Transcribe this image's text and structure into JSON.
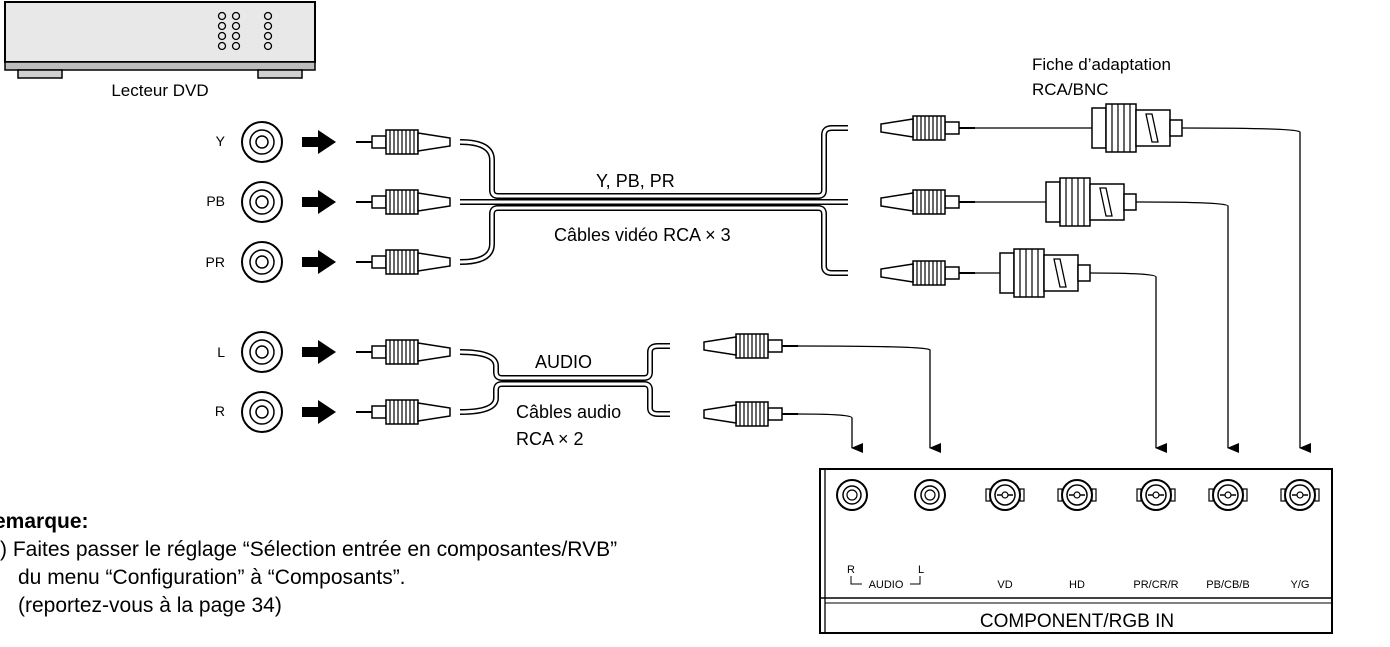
{
  "device": {
    "label": "Lecteur DVD"
  },
  "inputs": [
    {
      "key": "y",
      "label": "Y"
    },
    {
      "key": "pb",
      "label": "PB"
    },
    {
      "key": "pr",
      "label": "PR"
    },
    {
      "key": "l",
      "label": "L"
    },
    {
      "key": "r",
      "label": "R"
    }
  ],
  "cables": {
    "video_signals": "Y, PB, PR",
    "video_label": "Câbles vidéo RCA × 3",
    "audio_label": "AUDIO",
    "audio_cables_line1": "Câbles audio",
    "audio_cables_line2": "RCA × 2"
  },
  "adapter": {
    "line1": "Fiche d’adaptation",
    "line2": "RCA/BNC"
  },
  "panel": {
    "title": "COMPONENT/RGB IN",
    "audio_r": "R",
    "audio_l": "L",
    "audio_label": "AUDIO",
    "terminals": [
      "VD",
      "HD",
      "PR/CR/R",
      "PB/CB/B",
      "Y/G"
    ]
  },
  "note": {
    "title": "emarque:",
    "line1": ") Faites passer le réglage “Sélection entrée en composantes/RVB”",
    "line2": "du menu “Configuration” à “Composants”.",
    "line3": "(reportez-vous à la page 34)"
  }
}
